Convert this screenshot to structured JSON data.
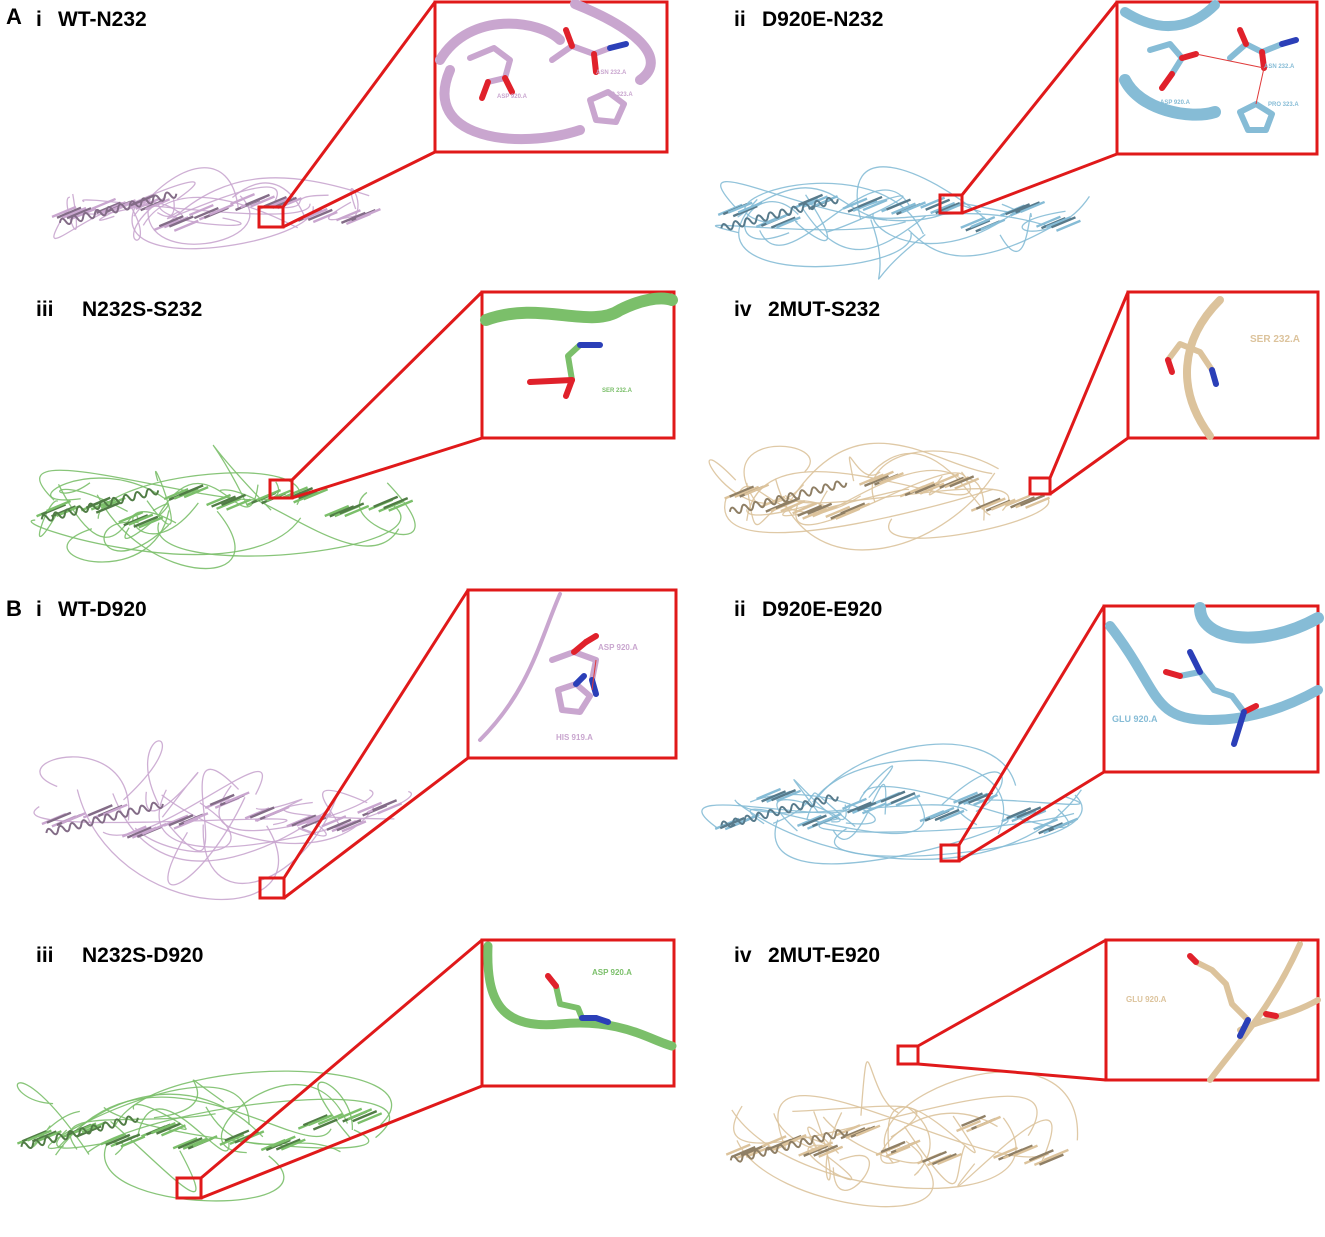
{
  "colors": {
    "wt": "#c9a6cf",
    "d920e": "#86bcd6",
    "n232s": "#7bbf6a",
    "mut2": "#dcc39c",
    "frame": "#e0191a",
    "oxygen": "#e0212b",
    "nitrogen": "#2b3fb8",
    "hbond": "#e03a3a"
  },
  "sections": {
    "A": {
      "letter": "A"
    },
    "B": {
      "letter": "B"
    }
  },
  "panels": [
    {
      "id": "a-i",
      "roman": "i",
      "title": "WT-N232",
      "color_key": "wt",
      "inset_labels": [
        "ASN 232.A",
        "ASP 920.A",
        "PRO 323.A"
      ]
    },
    {
      "id": "a-ii",
      "roman": "ii",
      "title": "D920E-N232",
      "color_key": "d920e",
      "inset_labels": [
        "ASN 232.A",
        "ASP 920.A",
        "PRO 323.A"
      ]
    },
    {
      "id": "a-iii",
      "roman": "iii",
      "title": "N232S-S232",
      "color_key": "n232s",
      "inset_labels": [
        "SER 232.A"
      ]
    },
    {
      "id": "a-iv",
      "roman": "iv",
      "title": "2MUT-S232",
      "color_key": "mut2",
      "inset_labels": [
        "SER 232.A"
      ]
    },
    {
      "id": "b-i",
      "roman": "i",
      "title": "WT-D920",
      "color_key": "wt",
      "inset_labels": [
        "ASP 920.A",
        "HIS 919.A"
      ]
    },
    {
      "id": "b-ii",
      "roman": "ii",
      "title": "D920E-E920",
      "color_key": "d920e",
      "inset_labels": [
        "GLU 920.A"
      ]
    },
    {
      "id": "b-iii",
      "roman": "iii",
      "title": "N232S-D920",
      "color_key": "n232s",
      "inset_labels": [
        "ASP 920.A"
      ]
    },
    {
      "id": "b-iv",
      "roman": "iv",
      "title": "2MUT-E920",
      "color_key": "mut2",
      "inset_labels": [
        "GLU 920.A"
      ]
    }
  ]
}
